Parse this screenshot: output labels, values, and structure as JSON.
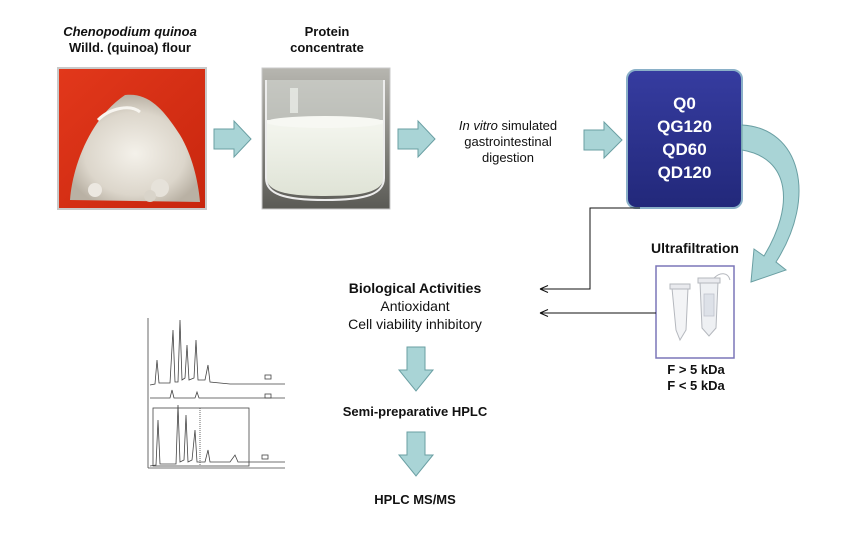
{
  "steps": {
    "flour": {
      "title_italic": "Chenopodium quinoa",
      "title_rest": "Willd. (quinoa) flour"
    },
    "protein": {
      "line1": "Protein",
      "line2": "concentrate"
    },
    "digestion": {
      "italic": "In vitro",
      "rest": "simulated",
      "line2": "gastrointestinal",
      "line3": "digestion"
    },
    "samples": [
      "Q0",
      "QG120",
      "QD60",
      "QD120"
    ],
    "ultrafiltration": {
      "label": "Ultrafiltration",
      "fractions": [
        "F > 5 kDa",
        "F < 5 kDa"
      ]
    },
    "biological": {
      "title": "Biological Activities",
      "items": [
        "Antioxidant",
        "Cell viability inhibitory"
      ]
    },
    "hplc_semi": "Semi-preparative HPLC",
    "hplc_ms": "HPLC MS/MS"
  },
  "colors": {
    "arrow_fill": "#a9d4d6",
    "arrow_stroke": "#6a9fa3",
    "sample_box": "#2a2f8c",
    "sample_border": "#8ab0c8"
  }
}
